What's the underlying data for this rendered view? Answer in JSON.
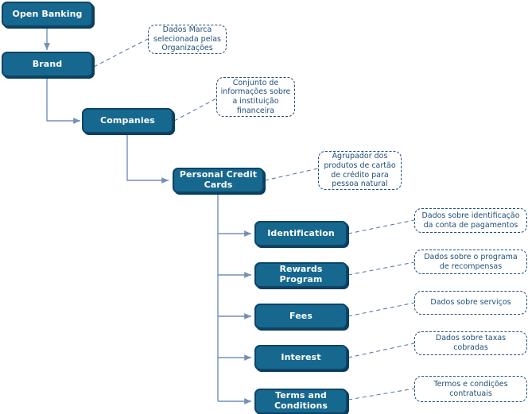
{
  "diagram": {
    "title": "Open Banking - Personal Credit Cards data structure",
    "colors": {
      "node_fill": "#17688f",
      "node_border": "#0c4468",
      "node_shadow": "#0a3d5c",
      "node_text": "#ffffff",
      "note_border": "#1f4e79",
      "note_fill": "#ffffff",
      "note_text": "#1f4e79",
      "connector": "#7390b5",
      "background": "#ffffff"
    },
    "nodes": [
      {
        "id": "open-banking",
        "label": "Open Banking"
      },
      {
        "id": "brand",
        "label": "Brand"
      },
      {
        "id": "companies",
        "label": "Companies"
      },
      {
        "id": "personal-credit-cards",
        "label": "Personal Credit Cards"
      },
      {
        "id": "identification",
        "label": "Identification"
      },
      {
        "id": "rewards-program",
        "label": "Rewards Program"
      },
      {
        "id": "fees",
        "label": "Fees"
      },
      {
        "id": "interest",
        "label": "Interest"
      },
      {
        "id": "terms-and-conditions",
        "label": "Terms and Conditions"
      }
    ],
    "notes": [
      {
        "id": "note-brand",
        "text": "Dados Marca selecionada pelas Organizações"
      },
      {
        "id": "note-companies",
        "text": "Conjunto de informações sobre a instituição financeira"
      },
      {
        "id": "note-credit-cards",
        "text": "Agrupador dos produtos de cartão de crédito para pessoa natural"
      },
      {
        "id": "note-identification",
        "text": "Dados sobre identificação da conta de pagamentos"
      },
      {
        "id": "note-rewards",
        "text": "Dados sobre o programa de recompensas"
      },
      {
        "id": "note-fees",
        "text": "Dados sobre serviços"
      },
      {
        "id": "note-interest",
        "text": "Dados sobre taxas cobradas"
      },
      {
        "id": "note-terms",
        "text": "Termos e condições contratuais"
      }
    ]
  }
}
